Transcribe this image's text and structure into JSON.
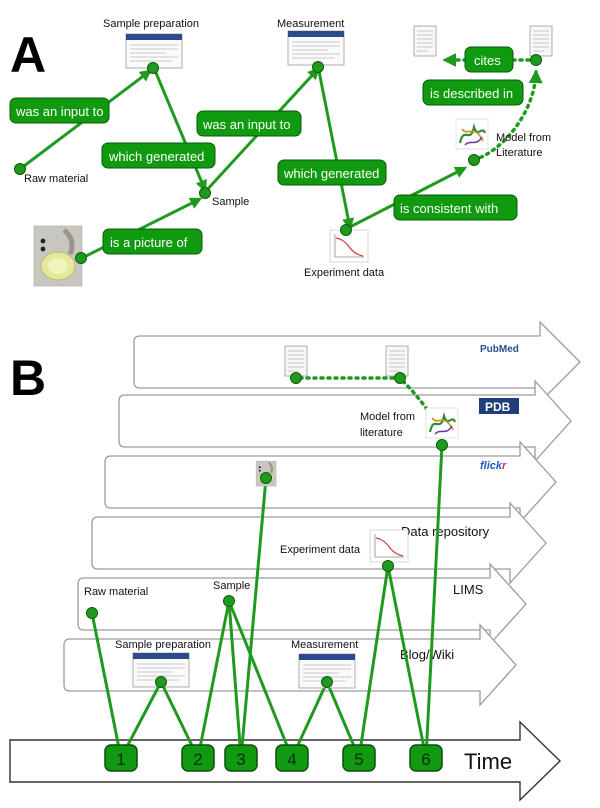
{
  "panel_a": {
    "letter": "A",
    "nodes": {
      "sample_preparation": "Sample preparation",
      "measurement": "Measurement",
      "raw_material": "Raw material",
      "sample": "Sample",
      "experiment_data": "Experiment data",
      "model_line1": "Model from",
      "model_line2": "Literature"
    },
    "edges": {
      "input1": "was an input to",
      "generated1": "which generated",
      "input2": "was an input to",
      "generated2": "which generated",
      "picture": "is a picture of",
      "consistent": "is consistent with",
      "described": "is described in",
      "cites": "cites"
    }
  },
  "panel_b": {
    "letter": "B",
    "lanes": {
      "data_repository": "Data repository",
      "lims": "LIMS",
      "blog_wiki": "Blog/Wiki"
    },
    "logos": {
      "pubmed": "PubMed",
      "pdb": "PDB",
      "flickr_a": "flick",
      "flickr_b": "r"
    },
    "nodes": {
      "model_line1": "Model from",
      "model_line2": "literature",
      "experiment_data": "Experiment data",
      "raw_material": "Raw material",
      "sample": "Sample",
      "sample_preparation": "Sample preparation",
      "measurement": "Measurement"
    },
    "timeline": {
      "label": "Time",
      "steps": [
        "1",
        "2",
        "3",
        "4",
        "5",
        "6"
      ]
    }
  },
  "colors": {
    "accent_green": "#109a10",
    "lane_outline": "#9c9c9c"
  }
}
